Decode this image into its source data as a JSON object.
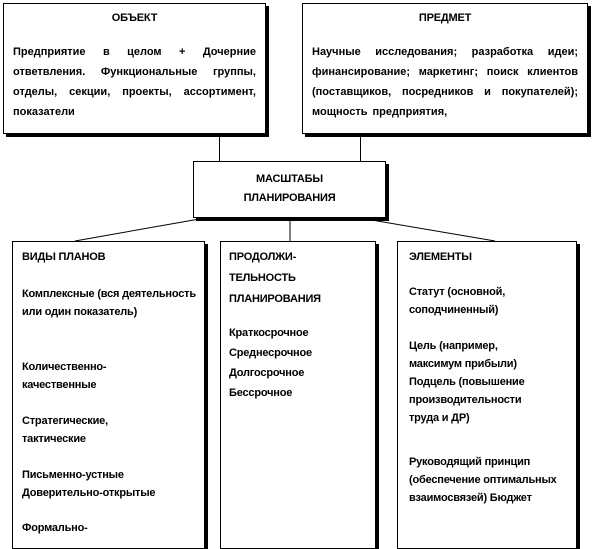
{
  "object": {
    "title": "ОБЪЕКТ",
    "text": "Предприятие в целом + Дочерние ответвления. Функциональные группы, отделы, секции, проекты, ассортимент, показатели"
  },
  "subject": {
    "title": "ПРЕДМЕТ",
    "text": "Научные исследования; разработка идеи; финансирование; маркетинг; поиск клиентов (поставщиков, посредников и покупателей); мощность предприятия,"
  },
  "center": {
    "line1": "МАСШТАБЫ",
    "line2": "ПЛАНИРОВАНИЯ"
  },
  "plan_types": {
    "title": "ВИДЫ ПЛАНОВ",
    "items": [
      "Комплексные (вся деятельность или один показатель)",
      "Количественно-качественные",
      "Стратегические, тактические",
      "Письменно-устные Доверительно-открытые",
      "Формально-"
    ]
  },
  "duration": {
    "title_lines": [
      "ПРОДОЛЖИ-",
      "ТЕЛЬНОСТЬ",
      "ПЛАНИРОВАНИЯ"
    ],
    "items": [
      "Краткосрочное",
      "Среднесрочное",
      "Долгосрочное",
      "Бессрочное"
    ]
  },
  "elements": {
    "title": "ЭЛЕМЕНТЫ",
    "items": [
      "Статут (основной, соподчиненный)",
      "Цель (например, максимум прибыли) Подцель (повышение производительности труда и ДР)",
      "Руководящий принцип (обеспечение оптимальных взаимосвязей) Бюджет"
    ]
  }
}
